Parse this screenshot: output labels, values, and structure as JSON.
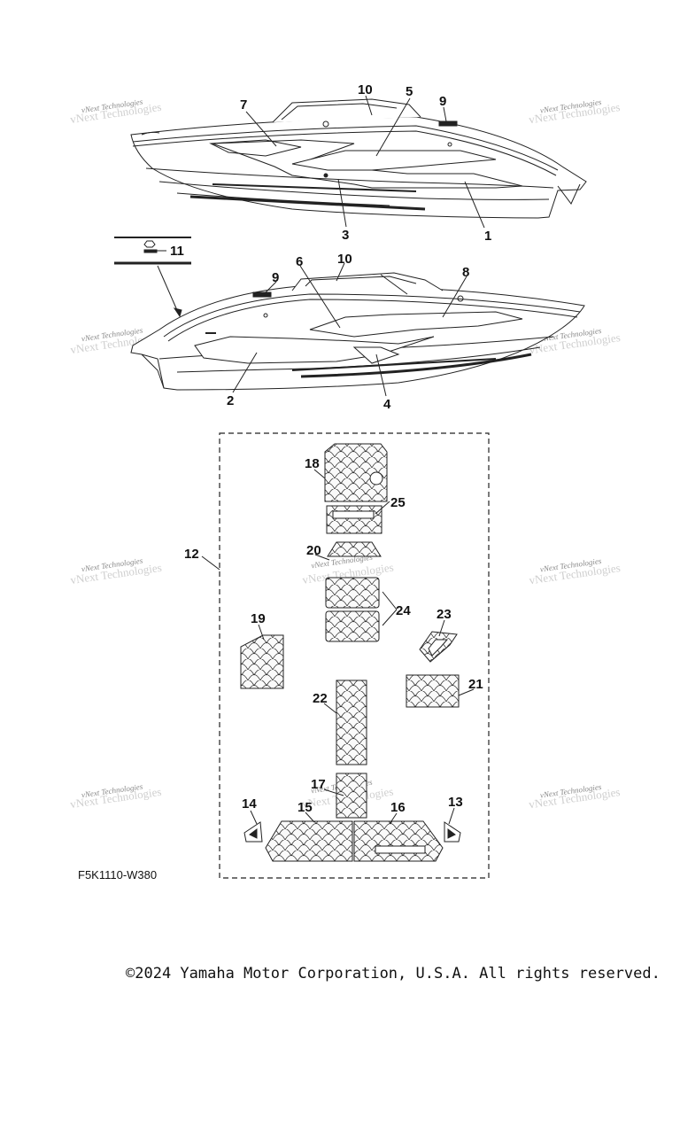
{
  "diagram": {
    "drawing_code": "F5K1110-W380",
    "watermark": "vNext Technologies",
    "callouts": {
      "c1": "1",
      "c2": "2",
      "c3": "3",
      "c4": "4",
      "c5": "5",
      "c6": "6",
      "c7": "7",
      "c8": "8",
      "c9a": "9",
      "c9b": "9",
      "c10a": "10",
      "c10b": "10",
      "c11": "11",
      "c12": "12",
      "c13": "13",
      "c14": "14",
      "c15": "15",
      "c16": "16",
      "c17": "17",
      "c18": "18",
      "c19": "19",
      "c20": "20",
      "c21": "21",
      "c22": "22",
      "c23": "23",
      "c24": "24",
      "c25": "25"
    }
  },
  "footer": {
    "copyright": "©2024 Yamaha Motor Corporation, U.S.A. All rights reserved."
  }
}
